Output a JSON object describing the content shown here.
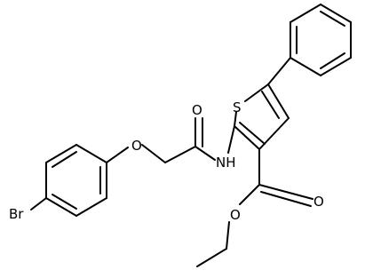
{
  "atoms": {
    "bromine": "Br",
    "ether_oxygen": "O",
    "carbonyl_oxygen_amide": "O",
    "amide_nitrogen": "NH",
    "sulfur": "S",
    "carbonyl_oxygen_ester": "O",
    "ester_oxygen": "O"
  },
  "colors": {
    "bond": "#000000",
    "label": "#000000",
    "background": "#ffffff"
  }
}
